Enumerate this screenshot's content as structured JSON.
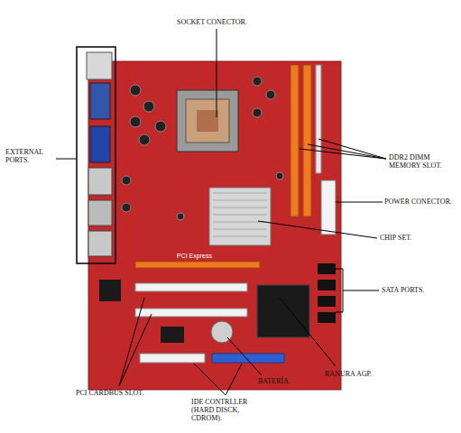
{
  "diagram": {
    "labels": [
      "SOCKET CONECTOR.",
      "DDR2 DIMM MEMORY SLOT.",
      "EXTERNAL PORTS.",
      "POWER CONECTOR.",
      "CHIP SET.",
      "PCI Express",
      "SATA PORTS.",
      "PCI CARDBUS SLOT.",
      "IDE CONTRLLER (HARD DISCK, CDROM).",
      "BATERÍA.",
      "RANURA AGP."
    ]
  }
}
